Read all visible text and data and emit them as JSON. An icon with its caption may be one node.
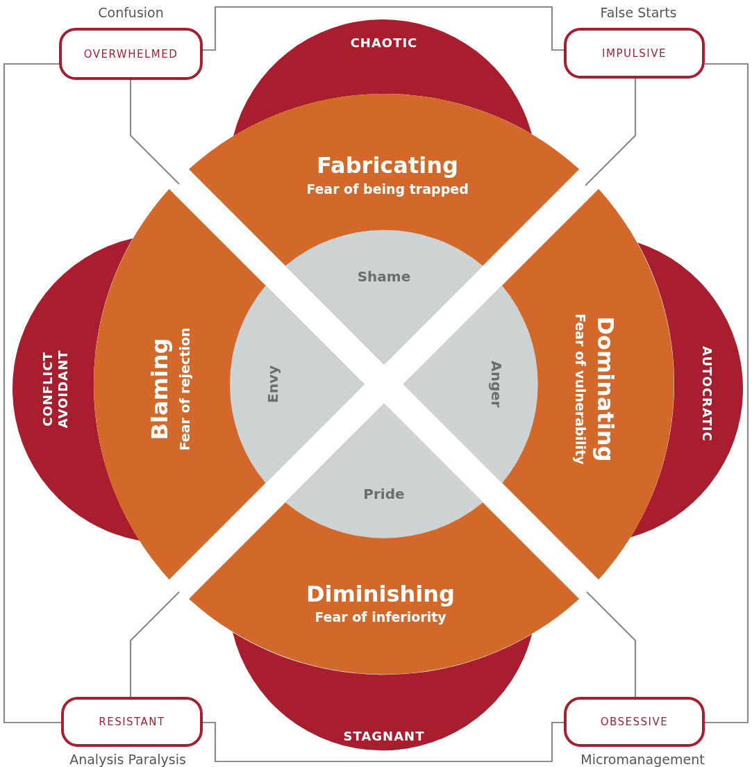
{
  "diagram": {
    "nodes": [
      {
        "text": [
          "CHAOTIC"
        ]
      },
      {
        "text": [
          "CONFLICT AVOIDANT"
        ]
      },
      {
        "text": [
          "AUTOCRATIC"
        ]
      },
      {
        "text": [
          "STAGNANT"
        ]
      },
      {
        "text": [
          "Fabricating",
          "Fear of being trapped"
        ]
      },
      {
        "text": [
          "Blaming",
          "Fear of rejection"
        ]
      },
      {
        "text": [
          "Dominating",
          "Fear of vulnerability"
        ]
      },
      {
        "text": [
          "Diminishing",
          "Fear of inferiority"
        ]
      },
      {
        "text": [
          "Shame"
        ],
        "in": 4
      },
      {
        "text": [
          "Envy"
        ],
        "in": 5
      },
      {
        "text": [
          "Anger"
        ],
        "in": 6
      },
      {
        "text": [
          "Pride"
        ],
        "in": 7
      },
      {
        "text": [
          "Confusion",
          "OVERWHELMED"
        ]
      },
      {
        "text": [
          "False Starts",
          "IMPULSIVE"
        ]
      },
      {
        "text": [
          "RESISTANT",
          "Analysis Paralysis"
        ]
      },
      {
        "text": [
          "OBSESSIVE",
          "Micromanagement"
        ]
      }
    ],
    "edges": [
      {
        "from": 12,
        "to": 13,
        "arrow": "none"
      },
      {
        "from": 12,
        "to": 14,
        "arrow": "none"
      },
      {
        "from": 13,
        "to": 15,
        "arrow": "none"
      },
      {
        "from": 14,
        "to": 15,
        "arrow": "none"
      },
      {
        "from": 12,
        "to": null,
        "arrow": "none"
      },
      {
        "from": 13,
        "to": null,
        "arrow": "none"
      },
      {
        "from": 14,
        "to": null,
        "arrow": "none"
      },
      {
        "from": 15,
        "to": null,
        "arrow": "none"
      }
    ]
  }
}
